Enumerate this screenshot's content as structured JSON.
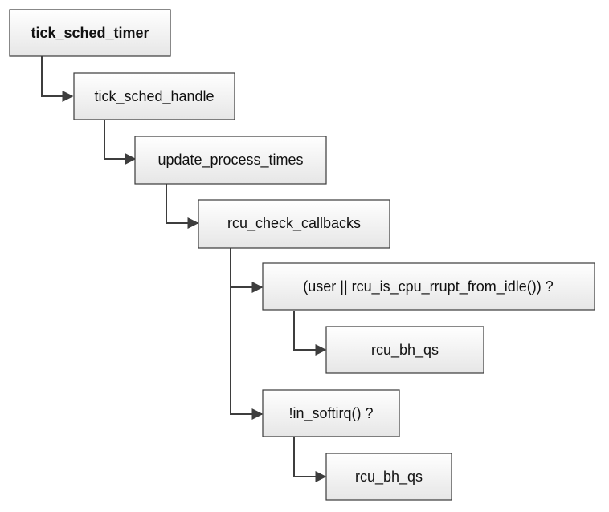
{
  "nodes": {
    "tick_sched_timer": "tick_sched_timer",
    "tick_sched_handle": "tick_sched_handle",
    "update_process_times": "update_process_times",
    "rcu_check_callbacks": "rcu_check_callbacks",
    "user_or_idle_check": "(user || rcu_is_cpu_rrupt_from_idle()) ?",
    "rcu_bh_qs_1": "rcu_bh_qs",
    "in_softirq_check": "!in_softirq() ?",
    "rcu_bh_qs_2": "rcu_bh_qs"
  },
  "colors": {
    "box_fill_top": "#ffffff",
    "box_fill_bottom": "#e8e8e8",
    "border": "#3a3a3a",
    "connector": "#3d3d3d"
  }
}
